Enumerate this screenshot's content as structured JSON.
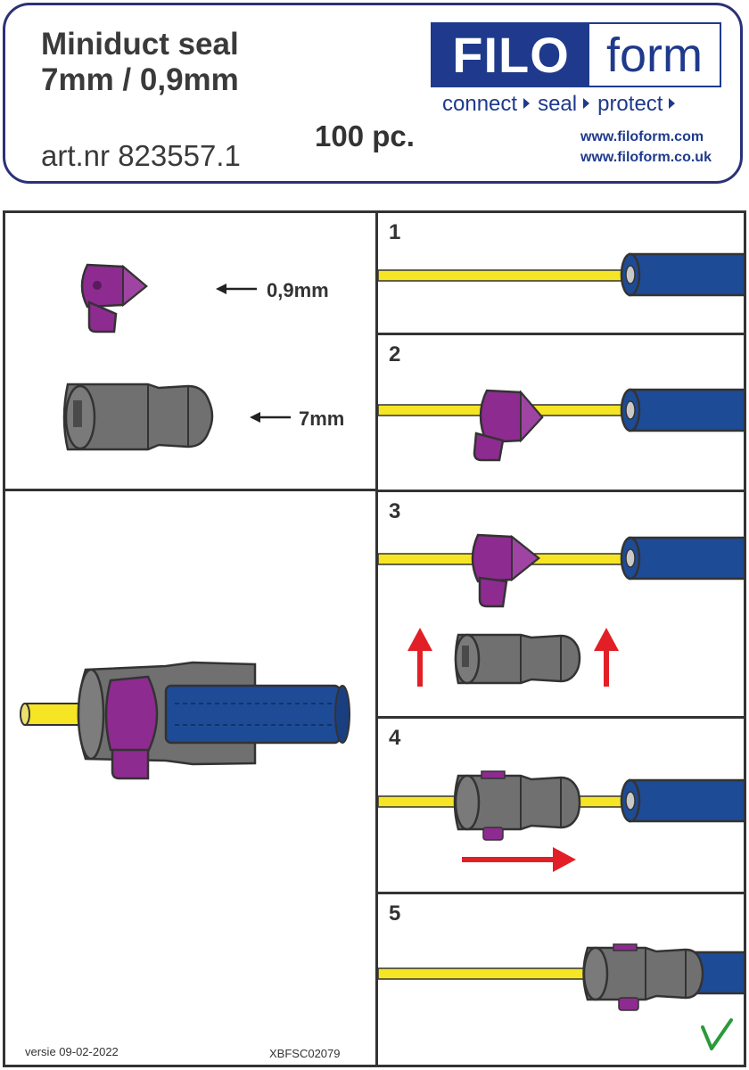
{
  "header": {
    "title_line1": "Miniduct seal",
    "title_line2": "7mm / 0,9mm",
    "art_nr": "art.nr 823557.1",
    "quantity": "100 pc.",
    "logo_left": "FILO",
    "logo_right": "form",
    "tagline": [
      "connect",
      "seal",
      "protect"
    ],
    "website1": "www.filoform.com",
    "website2": "www.filoform.co.uk"
  },
  "parts": {
    "small_label": "0,9mm",
    "large_label": "7mm"
  },
  "steps": [
    "1",
    "2",
    "3",
    "4",
    "5"
  ],
  "footer": {
    "version": "versie 09-02-2022",
    "code": "XBFSC02079"
  },
  "colors": {
    "brand_blue": "#1f3a8c",
    "duct_blue": "#1e4b96",
    "fiber_yellow": "#f5e524",
    "seal_purple": "#8e2b90",
    "sleeve_gray": "#6f6f6f",
    "arrow_red": "#e21f26",
    "check_green": "#2a9a3a"
  },
  "icons": [
    "arrow-left-icon",
    "arrow-up-icon",
    "arrow-right-icon",
    "checkmark-icon"
  ]
}
